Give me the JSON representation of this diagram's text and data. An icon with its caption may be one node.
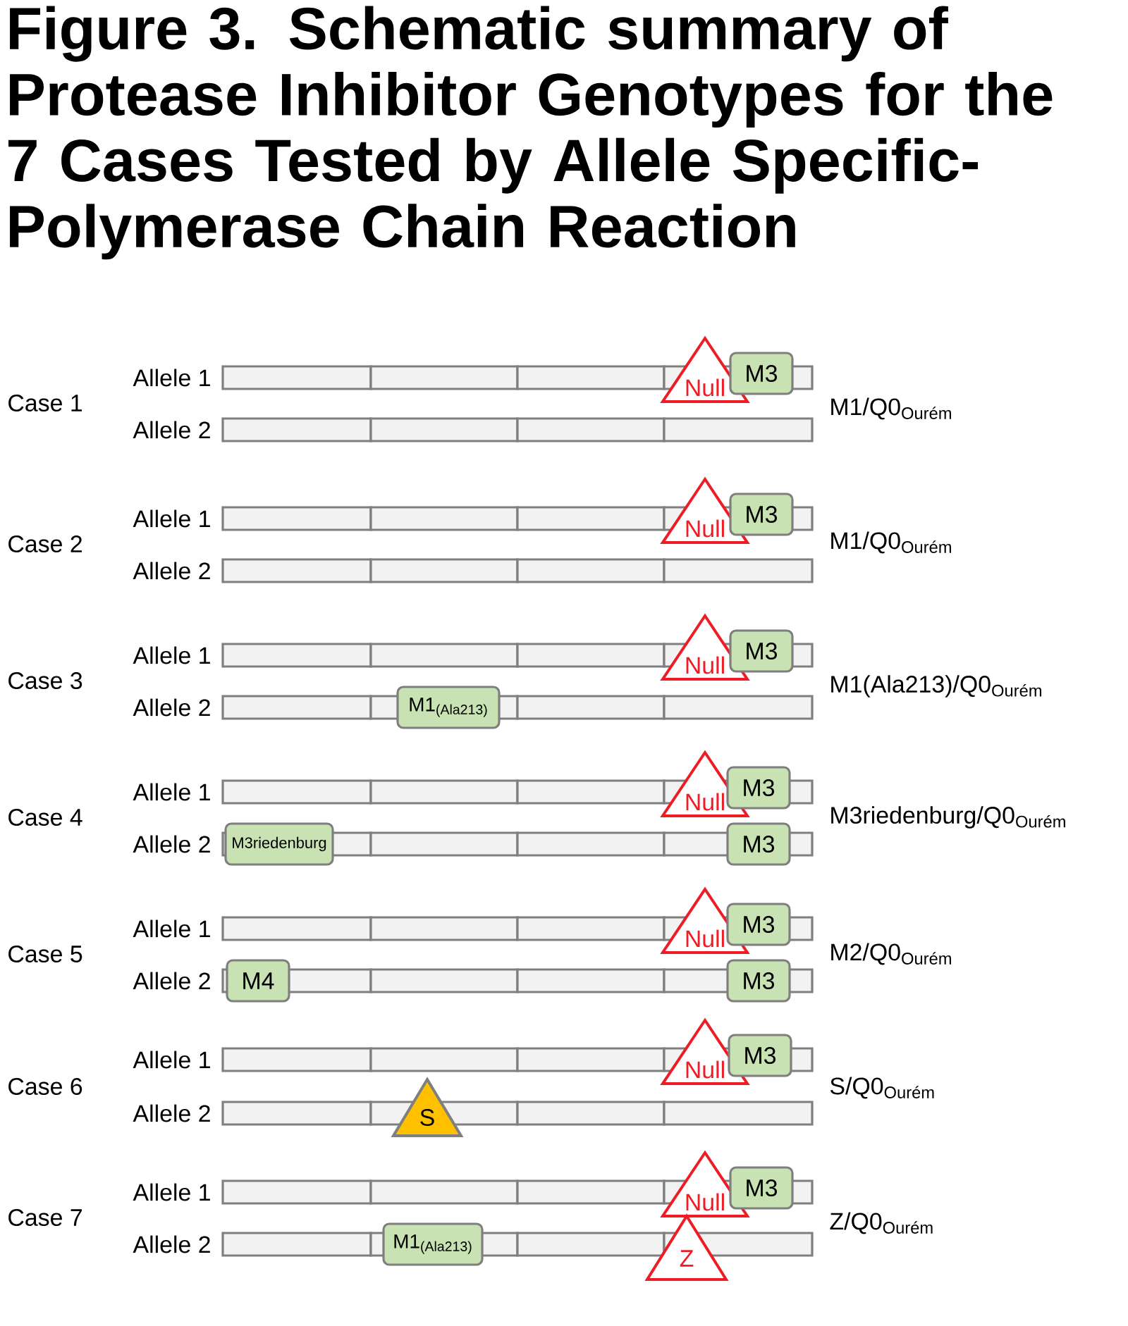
{
  "diagram": {
    "title": "Figure 3. Schematic summary of Protease Inhibitor Genotypes for the 7 Cases Tested by Allele Specific-Polymerase Chain Reaction",
    "nodes": [
      {
        "text": [
          "Null"
        ]
      },
      {
        "text": [
          "M3"
        ]
      },
      {
        "text": [
          "Null"
        ]
      },
      {
        "text": [
          "M3"
        ]
      },
      {
        "text": [
          "Null"
        ]
      },
      {
        "text": [
          "M3"
        ]
      },
      {
        "text": [
          "M1$_{(Ala213)}$"
        ]
      },
      {
        "text": [
          "Null"
        ]
      },
      {
        "text": [
          "M3"
        ]
      },
      {
        "text": [
          "M3riedenburg"
        ]
      },
      {
        "text": [
          "M3"
        ]
      },
      {
        "text": [
          "Null"
        ]
      },
      {
        "text": [
          "M3"
        ]
      },
      {
        "text": [
          "M4"
        ]
      },
      {
        "text": [
          "M3"
        ]
      },
      {
        "text": [
          "Null"
        ]
      },
      {
        "text": [
          "M3"
        ]
      },
      {
        "text": [
          "S"
        ]
      },
      {
        "text": [
          "Null"
        ]
      },
      {
        "text": [
          "M3"
        ]
      },
      {
        "text": [
          "M1$_{(Ala213)}$"
        ]
      },
      {
        "text": [
          "Z"
        ]
      }
    ],
    "labels": [
      "Allele 1",
      "Case 1",
      "M1/Q0$_{Ourém}$",
      "Allele 2",
      "Allele 1",
      "Case 2",
      "M1/Q0$_{Ourém}$",
      "Allele 2",
      "Allele 1",
      "Case 3",
      "M1(Ala213)/Q0$_{Ourém}$",
      "Allele 2",
      "Allele 1",
      "Case 4",
      "M3riedenburg/Q0$_{Ourém}$",
      "Allele 2",
      "Allele 1",
      "Case 5",
      "M2/Q0$_{Ourém}$",
      "Allele 2",
      "Allele 1",
      "Case 6",
      "S/Q0$_{Ourém}$",
      "Allele 2",
      "Allele 1",
      "Case 7",
      "Z/Q0$_{Ourém}$",
      "Allele 2"
    ]
  }
}
